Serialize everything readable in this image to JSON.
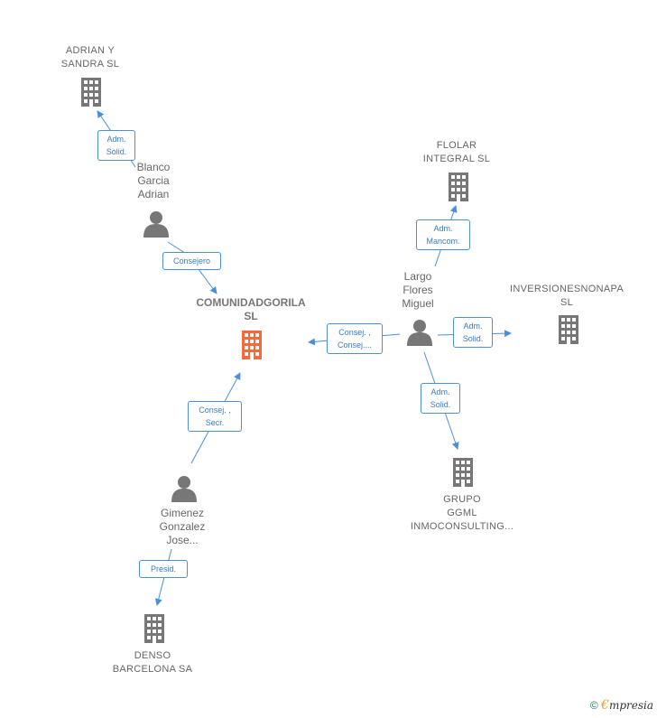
{
  "colors": {
    "edge": "#4a90d9",
    "node_gray": "#777777",
    "center_node": "#f26a3d"
  },
  "nodes": {
    "center": {
      "line1": "COMUNIDADGORILA",
      "line2": "SL",
      "icon": "building-icon"
    },
    "adrian_sandra": {
      "line1": "ADRIAN Y",
      "line2": "SANDRA  SL",
      "icon": "building-icon"
    },
    "flolar": {
      "line1": "FLOLAR",
      "line2": "INTEGRAL  SL",
      "icon": "building-icon"
    },
    "inversiones": {
      "line1": "INVERSIONESNONAPA",
      "line2": "SL",
      "icon": "building-icon"
    },
    "grupo": {
      "line1": "GRUPO",
      "line2": "GGML",
      "line3": "INMOCONSULTING...",
      "icon": "building-icon"
    },
    "denso": {
      "line1": "DENSO",
      "line2": "BARCELONA SA",
      "icon": "building-icon"
    },
    "blanco": {
      "line1": "Blanco",
      "line2": "Garcia",
      "line3": "Adrian",
      "icon": "person-icon"
    },
    "largo": {
      "line1": "Largo",
      "line2": "Flores",
      "line3": "Miguel",
      "icon": "person-icon"
    },
    "gimenez": {
      "line1": "Gimenez",
      "line2": "Gonzalez",
      "line3": "Jose...",
      "icon": "person-icon"
    }
  },
  "edges": {
    "blanco_adrian": {
      "line1": "Adm.",
      "line2": "Solid."
    },
    "blanco_center": {
      "line1": "Consejero"
    },
    "largo_flolar": {
      "line1": "Adm.",
      "line2": "Mancom."
    },
    "largo_center": {
      "line1": "Consej. ,",
      "line2": "Consej...."
    },
    "largo_inversiones": {
      "line1": "Adm.",
      "line2": "Solid."
    },
    "largo_grupo": {
      "line1": "Adm.",
      "line2": "Solid."
    },
    "gimenez_center": {
      "line1": "Consej. ,",
      "line2": "Secr."
    },
    "gimenez_denso": {
      "line1": "Presid."
    }
  },
  "footer": {
    "copyright": "©",
    "brand_first": "€",
    "brand_rest": "mpresia"
  }
}
